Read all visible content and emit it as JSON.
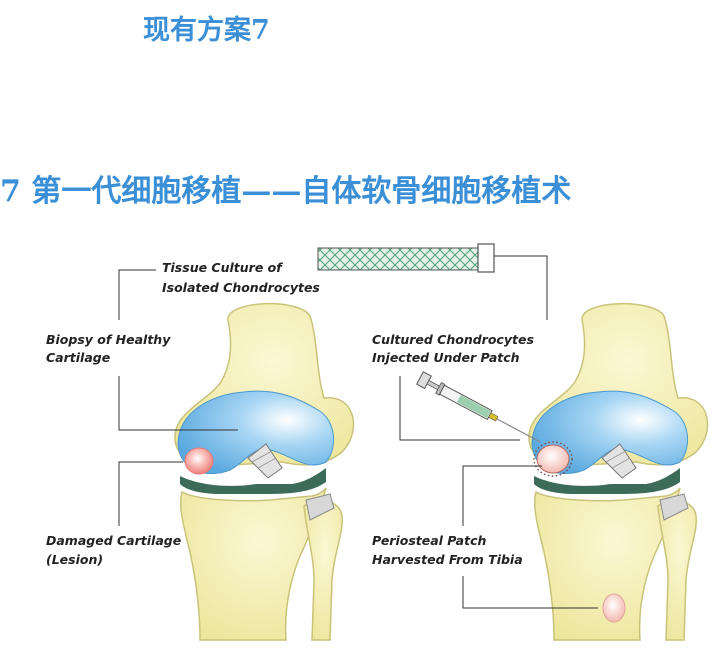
{
  "page": {
    "heading": "现有方案7",
    "section_title": "7 第一代细胞移植——自体软骨细胞移植术"
  },
  "diagram": {
    "labels": {
      "tissue_culture_line1": "Tissue Culture of",
      "tissue_culture_line2": "Isolated Chondrocytes",
      "biopsy_line1": "Biopsy of Healthy",
      "biopsy_line2": "Cartilage",
      "damaged_line1": "Damaged Cartilage",
      "damaged_line2": "(Lesion)",
      "cultured_line1": "Cultured Chondrocytes",
      "cultured_line2": "Injected Under Patch",
      "periosteal_line1": "Periosteal Patch",
      "periosteal_line2": "Harvested From Tibia"
    },
    "colors": {
      "title_blue": "#3b8fd6",
      "bone": "#f3efb2",
      "bone_outline": "#c9c37a",
      "cartilage_blue": "#86c4ec",
      "meniscus_green": "#3d6b5a",
      "lesion_pink": "#f08a86",
      "leader_line": "#333333"
    }
  }
}
